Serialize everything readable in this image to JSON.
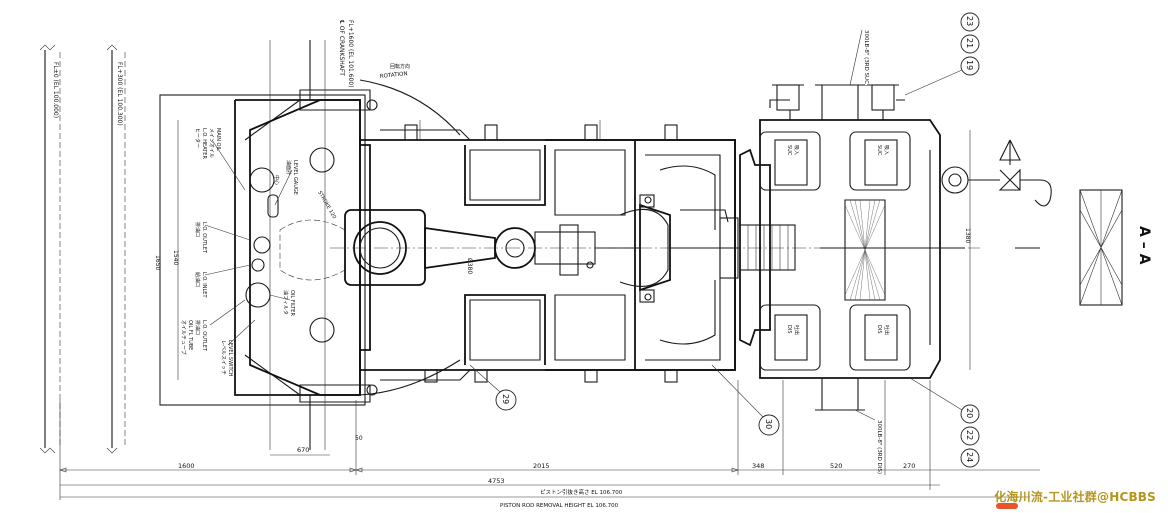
{
  "view_label": "A – A",
  "floor_levels": {
    "fl_300": "FL+300 (EL 100.300)",
    "fl_0": "FL±0 (EL 100.000)"
  },
  "crankshaft_label": "℄ OF CRANKSHAFT",
  "crankshaft_elevation": "FL+1600 (EL 101.600)",
  "rotation": {
    "jp": "回転方向",
    "en": "ROTATION"
  },
  "port_labels": {
    "suc_top": "300LB-8\" (3RD SUC)",
    "dis_bottom": "300LB-8\" (3RD DIS)",
    "dis_jp": "吐出",
    "suc_jp": "吸入",
    "suc": "SUC",
    "dis": "DIS"
  },
  "balloons": {
    "top_right": [
      "23",
      "21",
      "19"
    ],
    "bottom_right": [
      "20",
      "22",
      "24"
    ],
    "b29": "29",
    "b30": "30"
  },
  "notes": {
    "lo_heater_jp": "ヒーター",
    "lo_heater": "L.O. HEATER",
    "main_oil_jp": "メインオイル",
    "main_oil": "MAIN OIL",
    "level_gauge_jp": "油面計",
    "level_gauge": "LEVEL GAUGE",
    "lo_outlet_jp": "排油口",
    "lo_outlet": "L.O. OUTLET",
    "lo_inlet_jp": "給油口",
    "lo_inlet": "L.O. INLET",
    "oil_filter_jp": "油フィルタ",
    "oil_filter": "OIL FILTER",
    "lo_outlet2_jp": "排油口",
    "lo_outlet2": "L.O. OUTLET",
    "oil_fl_tube_jp": "オイルチューブ",
    "oil_fl_tube": "OIL FL TUBE",
    "level_switch_jp": "レベルスイッチ",
    "level_switch": "LEVEL SWITCH",
    "stroke": "STROKE 120",
    "center": "中心"
  },
  "dimensions": {
    "d1600": "1600",
    "d2015": "2015",
    "d348": "348",
    "d520": "520",
    "d270": "270",
    "d4753": "4753",
    "d670": "670",
    "d50": "50",
    "d1650": "1650",
    "d1540": "1540",
    "d380": "Ø380",
    "d1380": "1380"
  },
  "piston_removal_jp": "ピストン引抜き高さ EL 106.700",
  "piston_removal": "PISTON ROD REMOVAL HEIGHT EL 106.700",
  "watermark": "化海川流-工业社群@HCBBS"
}
